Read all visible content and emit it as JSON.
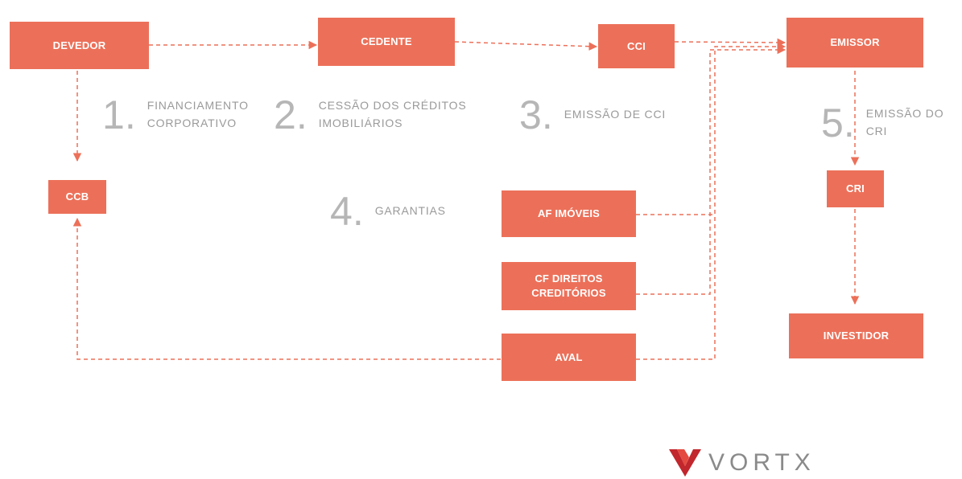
{
  "nodes": {
    "devedor": "DEVEDOR",
    "cedente": "CEDENTE",
    "cci": "CCI",
    "emissor": "EMISSOR",
    "ccb": "CCB",
    "af_imoveis": "AF IMÓVEIS",
    "cf_direitos": "CF DIREITOS CREDITÓRIOS",
    "aval": "AVAL",
    "cri": "CRI",
    "investidor": "INVESTIDOR"
  },
  "steps": [
    {
      "num": "1",
      "text": "FINANCIAMENTO CORPORATIVO"
    },
    {
      "num": "2",
      "text": "CESSÃO DOS CRÉDITOS IMOBILIÁRIOS"
    },
    {
      "num": "3",
      "text": "EMISSÃO DE CCI"
    },
    {
      "num": "4",
      "text": "GARANTIAS"
    },
    {
      "num": "5",
      "text": "EMISSÃO DO CRI"
    }
  ],
  "logo": {
    "text": "VORTX",
    "icon": "vortx-logo-icon"
  },
  "colors": {
    "accent": "#ec7059",
    "step_text": "#9a9a9a"
  }
}
